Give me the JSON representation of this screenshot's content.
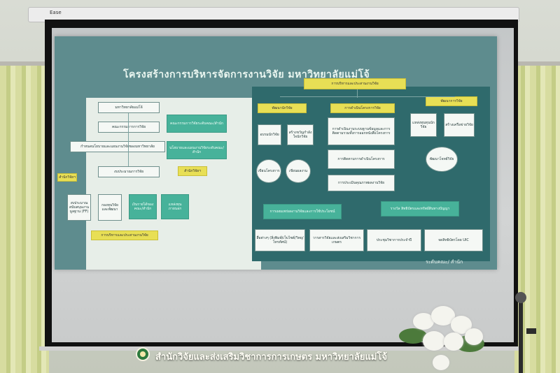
{
  "slide": {
    "title": "โครงสร้างการบริหารจัดการงานวิจัย มหาวิทยาลัยแม่โจ้",
    "footer_label": "ระดับคณะ/ สำนัก",
    "left_column": [
      "มหาวิทยาลัยแม่โจ้",
      "คณะกรรมการการวิจัย",
      "กำหนดนโยบายและแผนงานวิจัยของมหาวิทยาลัย",
      "งบประมาณการวิจัย"
    ],
    "left_tags": [
      "สำนักวิจัยฯ",
      "งบประมาณ สนับสนุนงานมูลฐาน (FF)",
      "กองทุนวิจัย และพัฒนา"
    ],
    "middle_nodes": [
      "คณะกรรมการวิจัยระดับคณะ/สำนัก",
      "นโยบายและแผนงานวิจัยระดับคณะ/สำนัก",
      "สำนักวิจัยฯ",
      "เงินรายได้ของคณะ/สำนัก",
      "แหล่งทุนภายนอก",
      "การบริหารและประสานงานวิจัย"
    ],
    "right_top": "การบริหารและประสานงานวิจัย",
    "right_branches": [
      "พัฒนานักวิจัย",
      "การดำเนินโครงการวิจัย",
      "พัฒนาการวิจัย"
    ],
    "right_nodes": [
      "อบรมนักวิจัย",
      "สร้างขวัญกำลังใจนักวิจัย",
      "เขียนโครงการ",
      "เขียนผลงาน",
      "การดำเนินงานระบบฐานข้อมูลและการติดตามรวมทั้งการออกหนังสือโครงการ",
      "การติดตามการดำเนินโครงการ",
      "การประเมินคุณภาพผลงานวิจัย",
      "แหล่งทุนทุนนักวิจัย",
      "สร้างเครือข่ายวิจัย",
      "พัฒนาโจทย์วิจัย",
      "การเผยแพร่ผลงานวิจัยและการใช้ประโยชน์",
      "รางวัล สิทธิบัตรและทรัพย์สินทางปัญญา",
      "สื่อต่างๆ (สิ่งพิมพ์/เว็บไซต์/วิทยุ/โทรทัศน์)",
      "วารสารวิจัยและส่งเสริมวิชาการเกษตร",
      "ประชุมวิชาการประจำปี",
      "จดสิทธิบัตรโดย UIC"
    ]
  },
  "screen_brand": "Ease",
  "footer": {
    "text": "สำนักวิจัยและส่งเสริมวิชาการการเกษตร มหาวิทยาลัยแม่โจ้"
  }
}
